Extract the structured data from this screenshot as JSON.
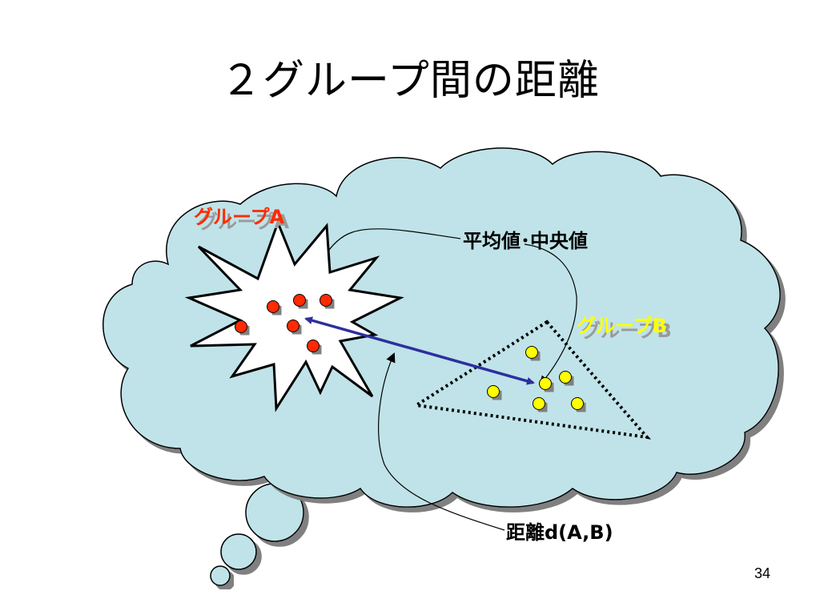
{
  "slide": {
    "title": "２グループ間の距離",
    "page_number": "34"
  },
  "diagram": {
    "group_a_label": "グループA",
    "group_b_label": "グループB",
    "mean_median_label": "平均値･中央値",
    "distance_label": "距離d(A,B)",
    "colors": {
      "cloud_fill": "#bfe3e8",
      "group_a": "#ff2a00",
      "group_b": "#ffff00",
      "arrow": "#2e2e9e"
    }
  }
}
